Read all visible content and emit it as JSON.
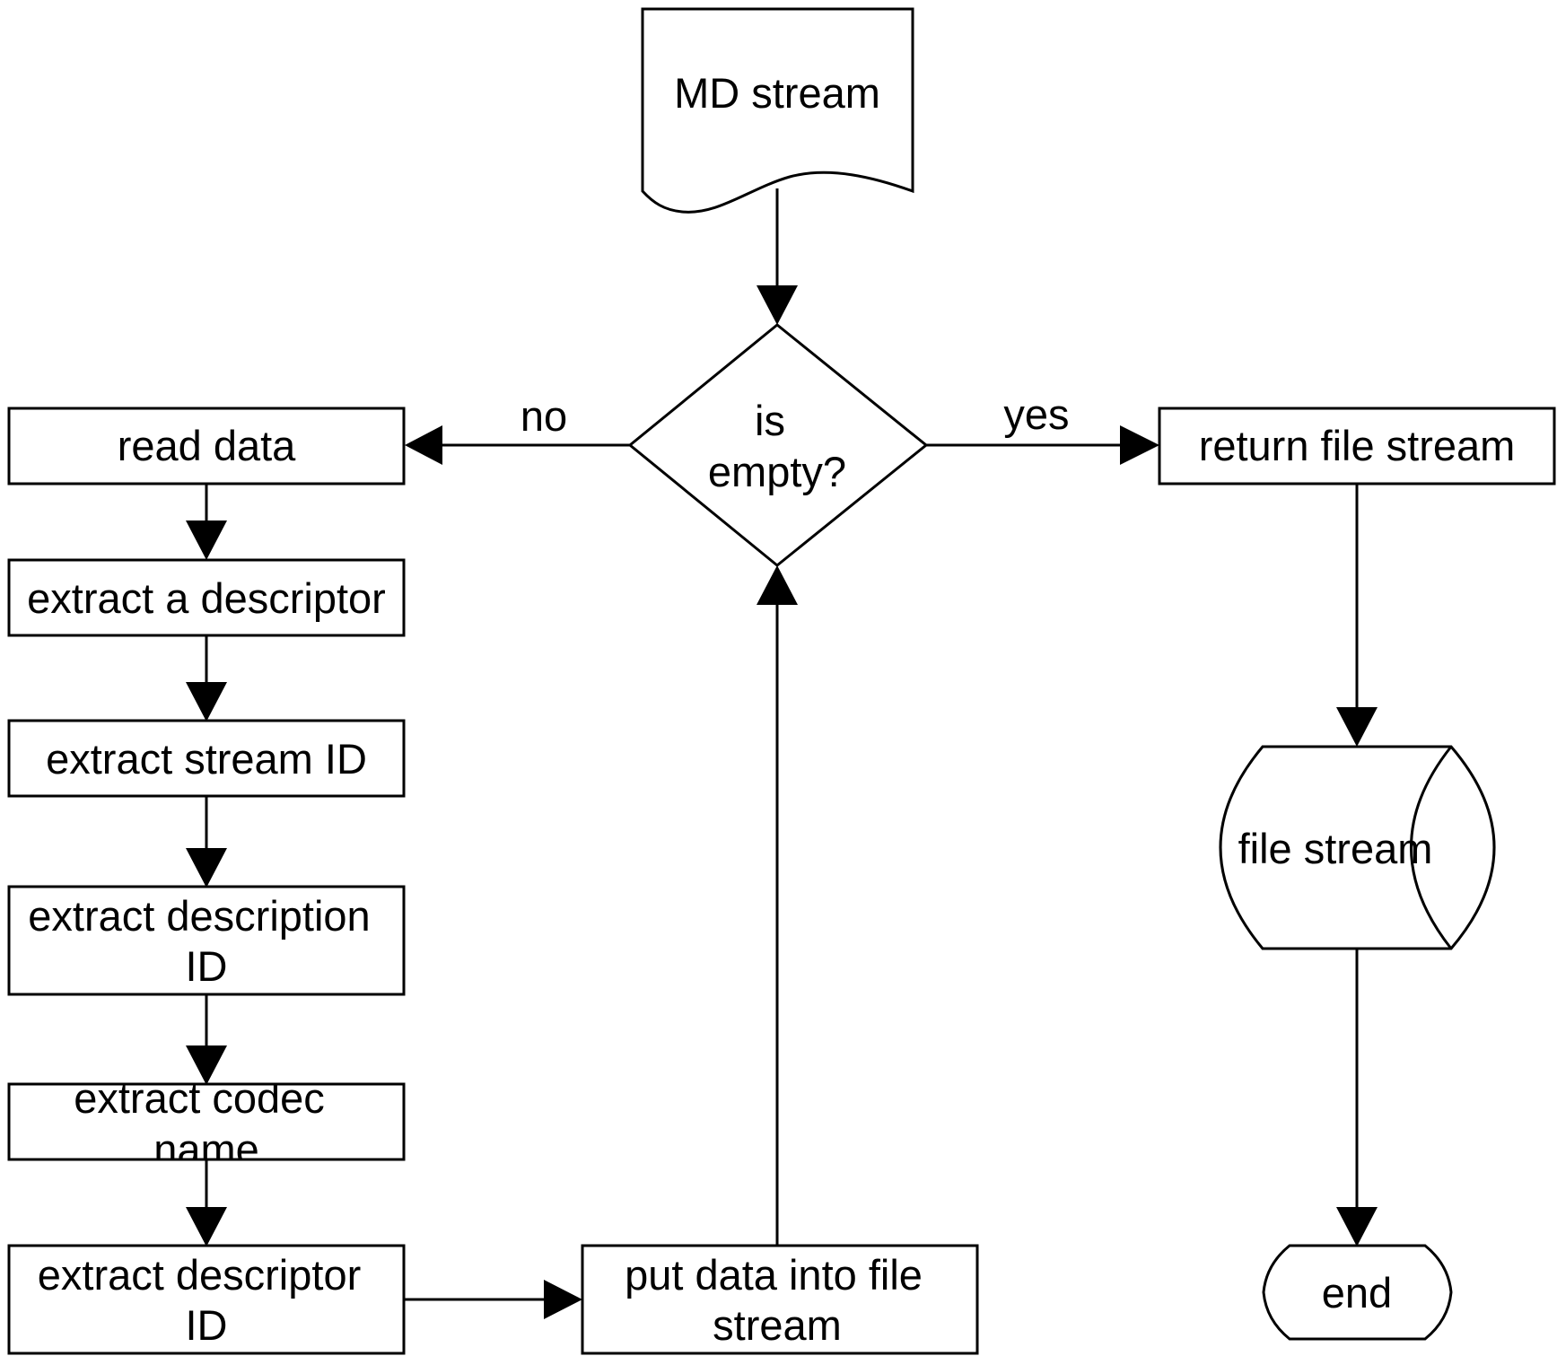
{
  "nodes": {
    "md_stream": "MD stream",
    "decision_line1": "is",
    "decision_line2": "empty?",
    "read_data": "read data",
    "extract_descriptor": "extract a descriptor",
    "extract_stream_id": "extract stream ID",
    "extract_description_line1": "extract description",
    "extract_description_line2": "ID",
    "extract_codec_line1": "extract codec",
    "extract_codec_line2": "name",
    "extract_descriptor_id_line1": "extract descriptor",
    "extract_descriptor_id_line2": "ID",
    "put_data_line1": "put data into file",
    "put_data_line2": "stream",
    "return_file_stream": "return file stream",
    "file_stream": "file stream",
    "end": "end"
  },
  "edge_labels": {
    "no": "no",
    "yes": "yes"
  }
}
